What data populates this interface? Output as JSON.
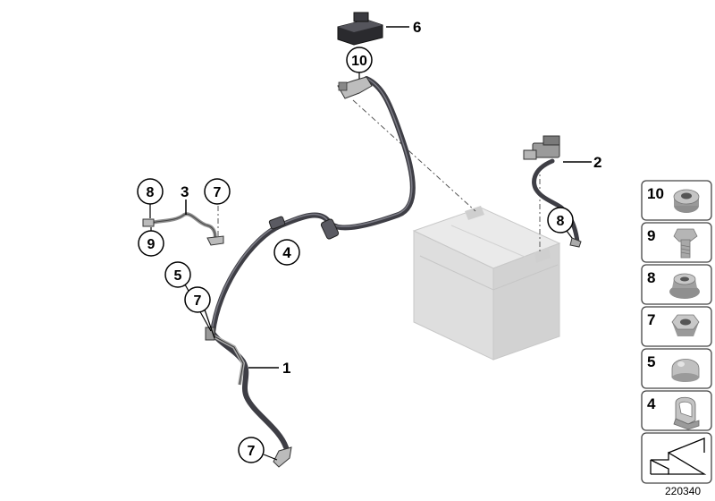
{
  "diagram_number": "220340",
  "part_labels": {
    "p1": "1",
    "p2": "2",
    "p3": "3",
    "p4": "4",
    "p6": "6"
  },
  "circled_labels": {
    "c10_top": "10",
    "c8_top": "8",
    "c7_top": "7",
    "c9_left": "9",
    "c5": "5",
    "c7_mid": "7",
    "c8_right": "8",
    "c7_bottom": "7"
  },
  "legend": [
    {
      "number": "10",
      "icon": "cap-nut-icon"
    },
    {
      "number": "9",
      "icon": "hex-bolt-icon"
    },
    {
      "number": "8",
      "icon": "flange-nut-icon"
    },
    {
      "number": "7",
      "icon": "hex-nut-icon"
    },
    {
      "number": "5",
      "icon": "protective-cap-icon"
    },
    {
      "number": "4",
      "icon": "cable-clip-icon"
    },
    {
      "number": "",
      "icon": "arrow-direction-icon"
    }
  ]
}
